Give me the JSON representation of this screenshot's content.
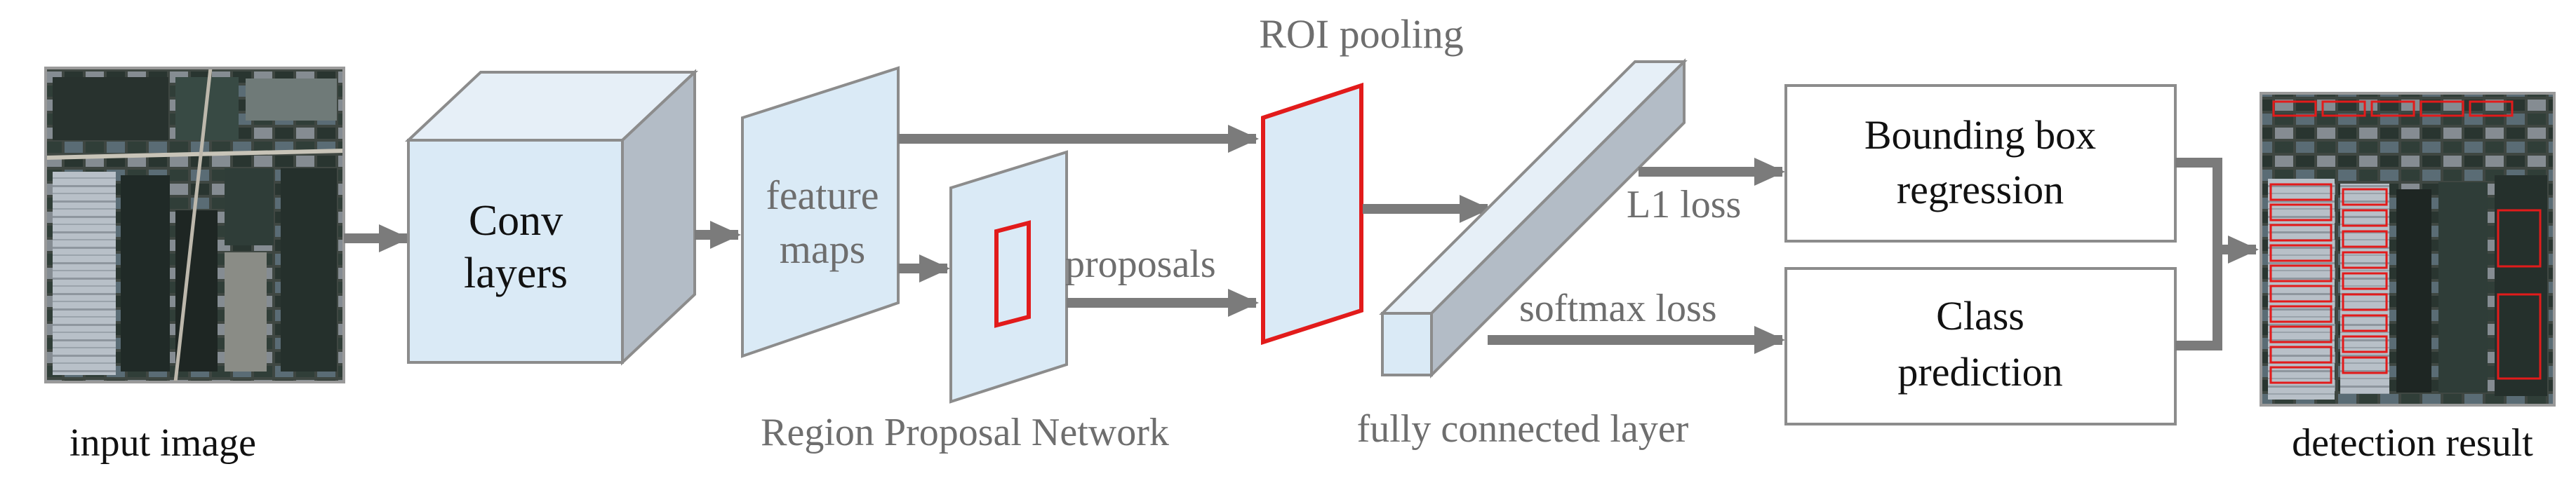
{
  "labels": {
    "conv_line1": "Conv",
    "conv_line2": "layers",
    "feature_line1": "feature",
    "feature_line2": "maps",
    "roi_pooling": "ROI pooling",
    "proposals": "proposals",
    "rpn": "Region Proposal Network",
    "fc_layer": "fully connected layer",
    "l1_loss": "L1 loss",
    "softmax_loss": "softmax loss",
    "bbox_line1": "Bounding box",
    "bbox_line2": "regression",
    "class_line1": "Class",
    "class_line2": "prediction",
    "input_image": "input image",
    "detection_result": "detection result"
  },
  "colors": {
    "box_fill": "#daeaf6",
    "box_side": "#b3bcc6",
    "outline": "#8c8c8c",
    "arrow": "#7b7b7b",
    "highlight": "#e21b1b",
    "dark_text": "#111111",
    "gray_text": "#6e6e6e"
  }
}
